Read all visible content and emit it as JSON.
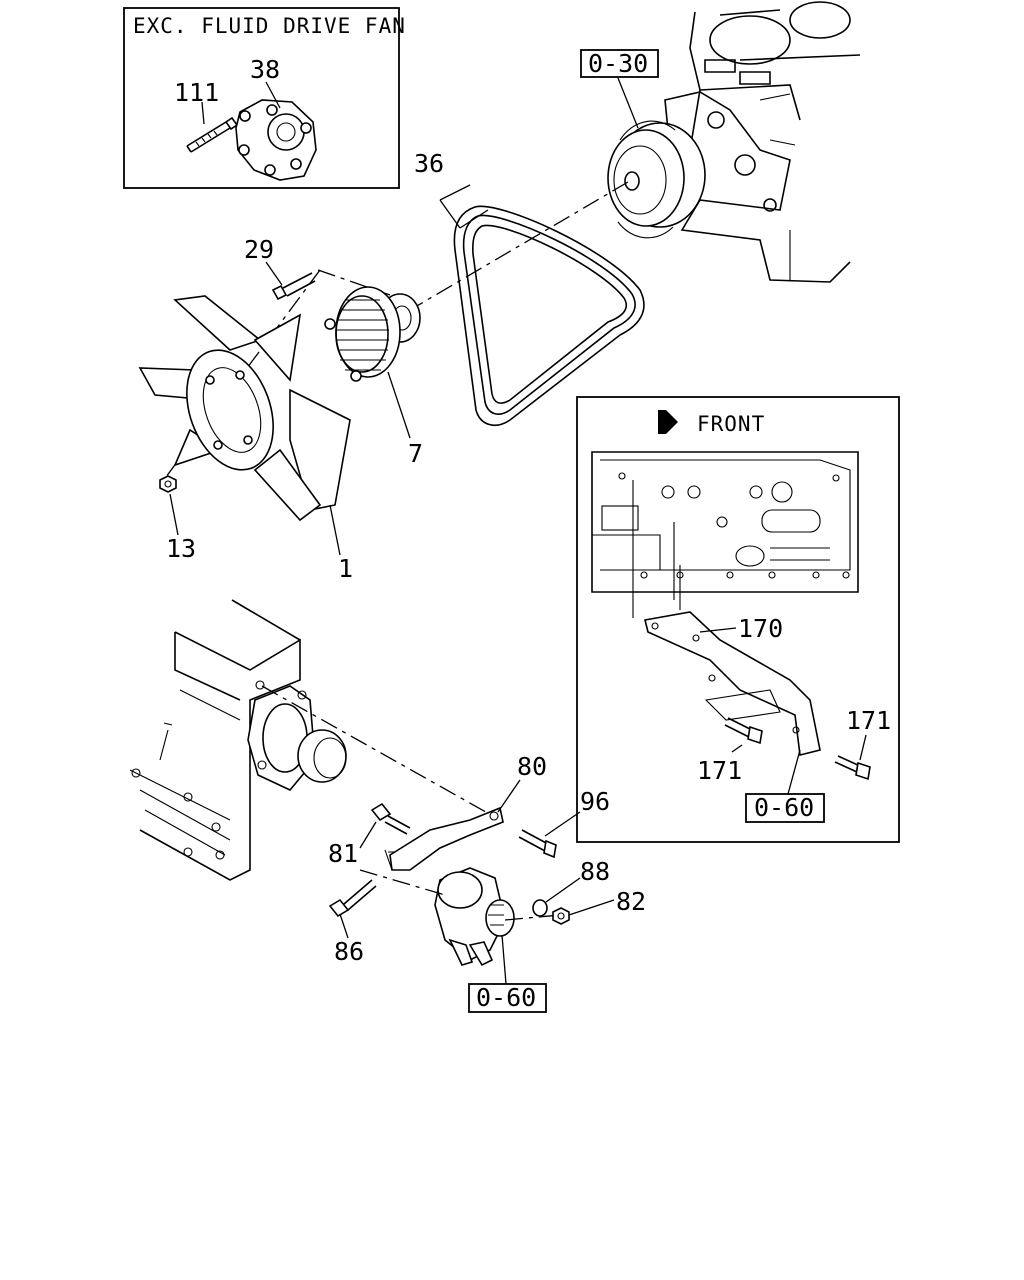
{
  "inset_fluid": {
    "title": "EXC. FLUID DRIVE FAN"
  },
  "inset_front": {
    "title": "FRONT"
  },
  "callouts": [
    {
      "id": "c111",
      "text": "111"
    },
    {
      "id": "c38",
      "text": "38"
    },
    {
      "id": "c36",
      "text": "36"
    },
    {
      "id": "c29",
      "text": "29"
    },
    {
      "id": "c7",
      "text": "7"
    },
    {
      "id": "c13",
      "text": "13"
    },
    {
      "id": "c1",
      "text": "1"
    },
    {
      "id": "c170",
      "text": "170"
    },
    {
      "id": "c171a",
      "text": "171"
    },
    {
      "id": "c171b",
      "text": "171"
    },
    {
      "id": "c80",
      "text": "80"
    },
    {
      "id": "c96",
      "text": "96"
    },
    {
      "id": "c81",
      "text": "81"
    },
    {
      "id": "c88",
      "text": "88"
    },
    {
      "id": "c82",
      "text": "82"
    },
    {
      "id": "c86",
      "text": "86"
    }
  ],
  "refs": [
    {
      "id": "r030",
      "text": "0-30"
    },
    {
      "id": "r060a",
      "text": "0-60"
    },
    {
      "id": "r060b",
      "text": "0-60"
    }
  ]
}
